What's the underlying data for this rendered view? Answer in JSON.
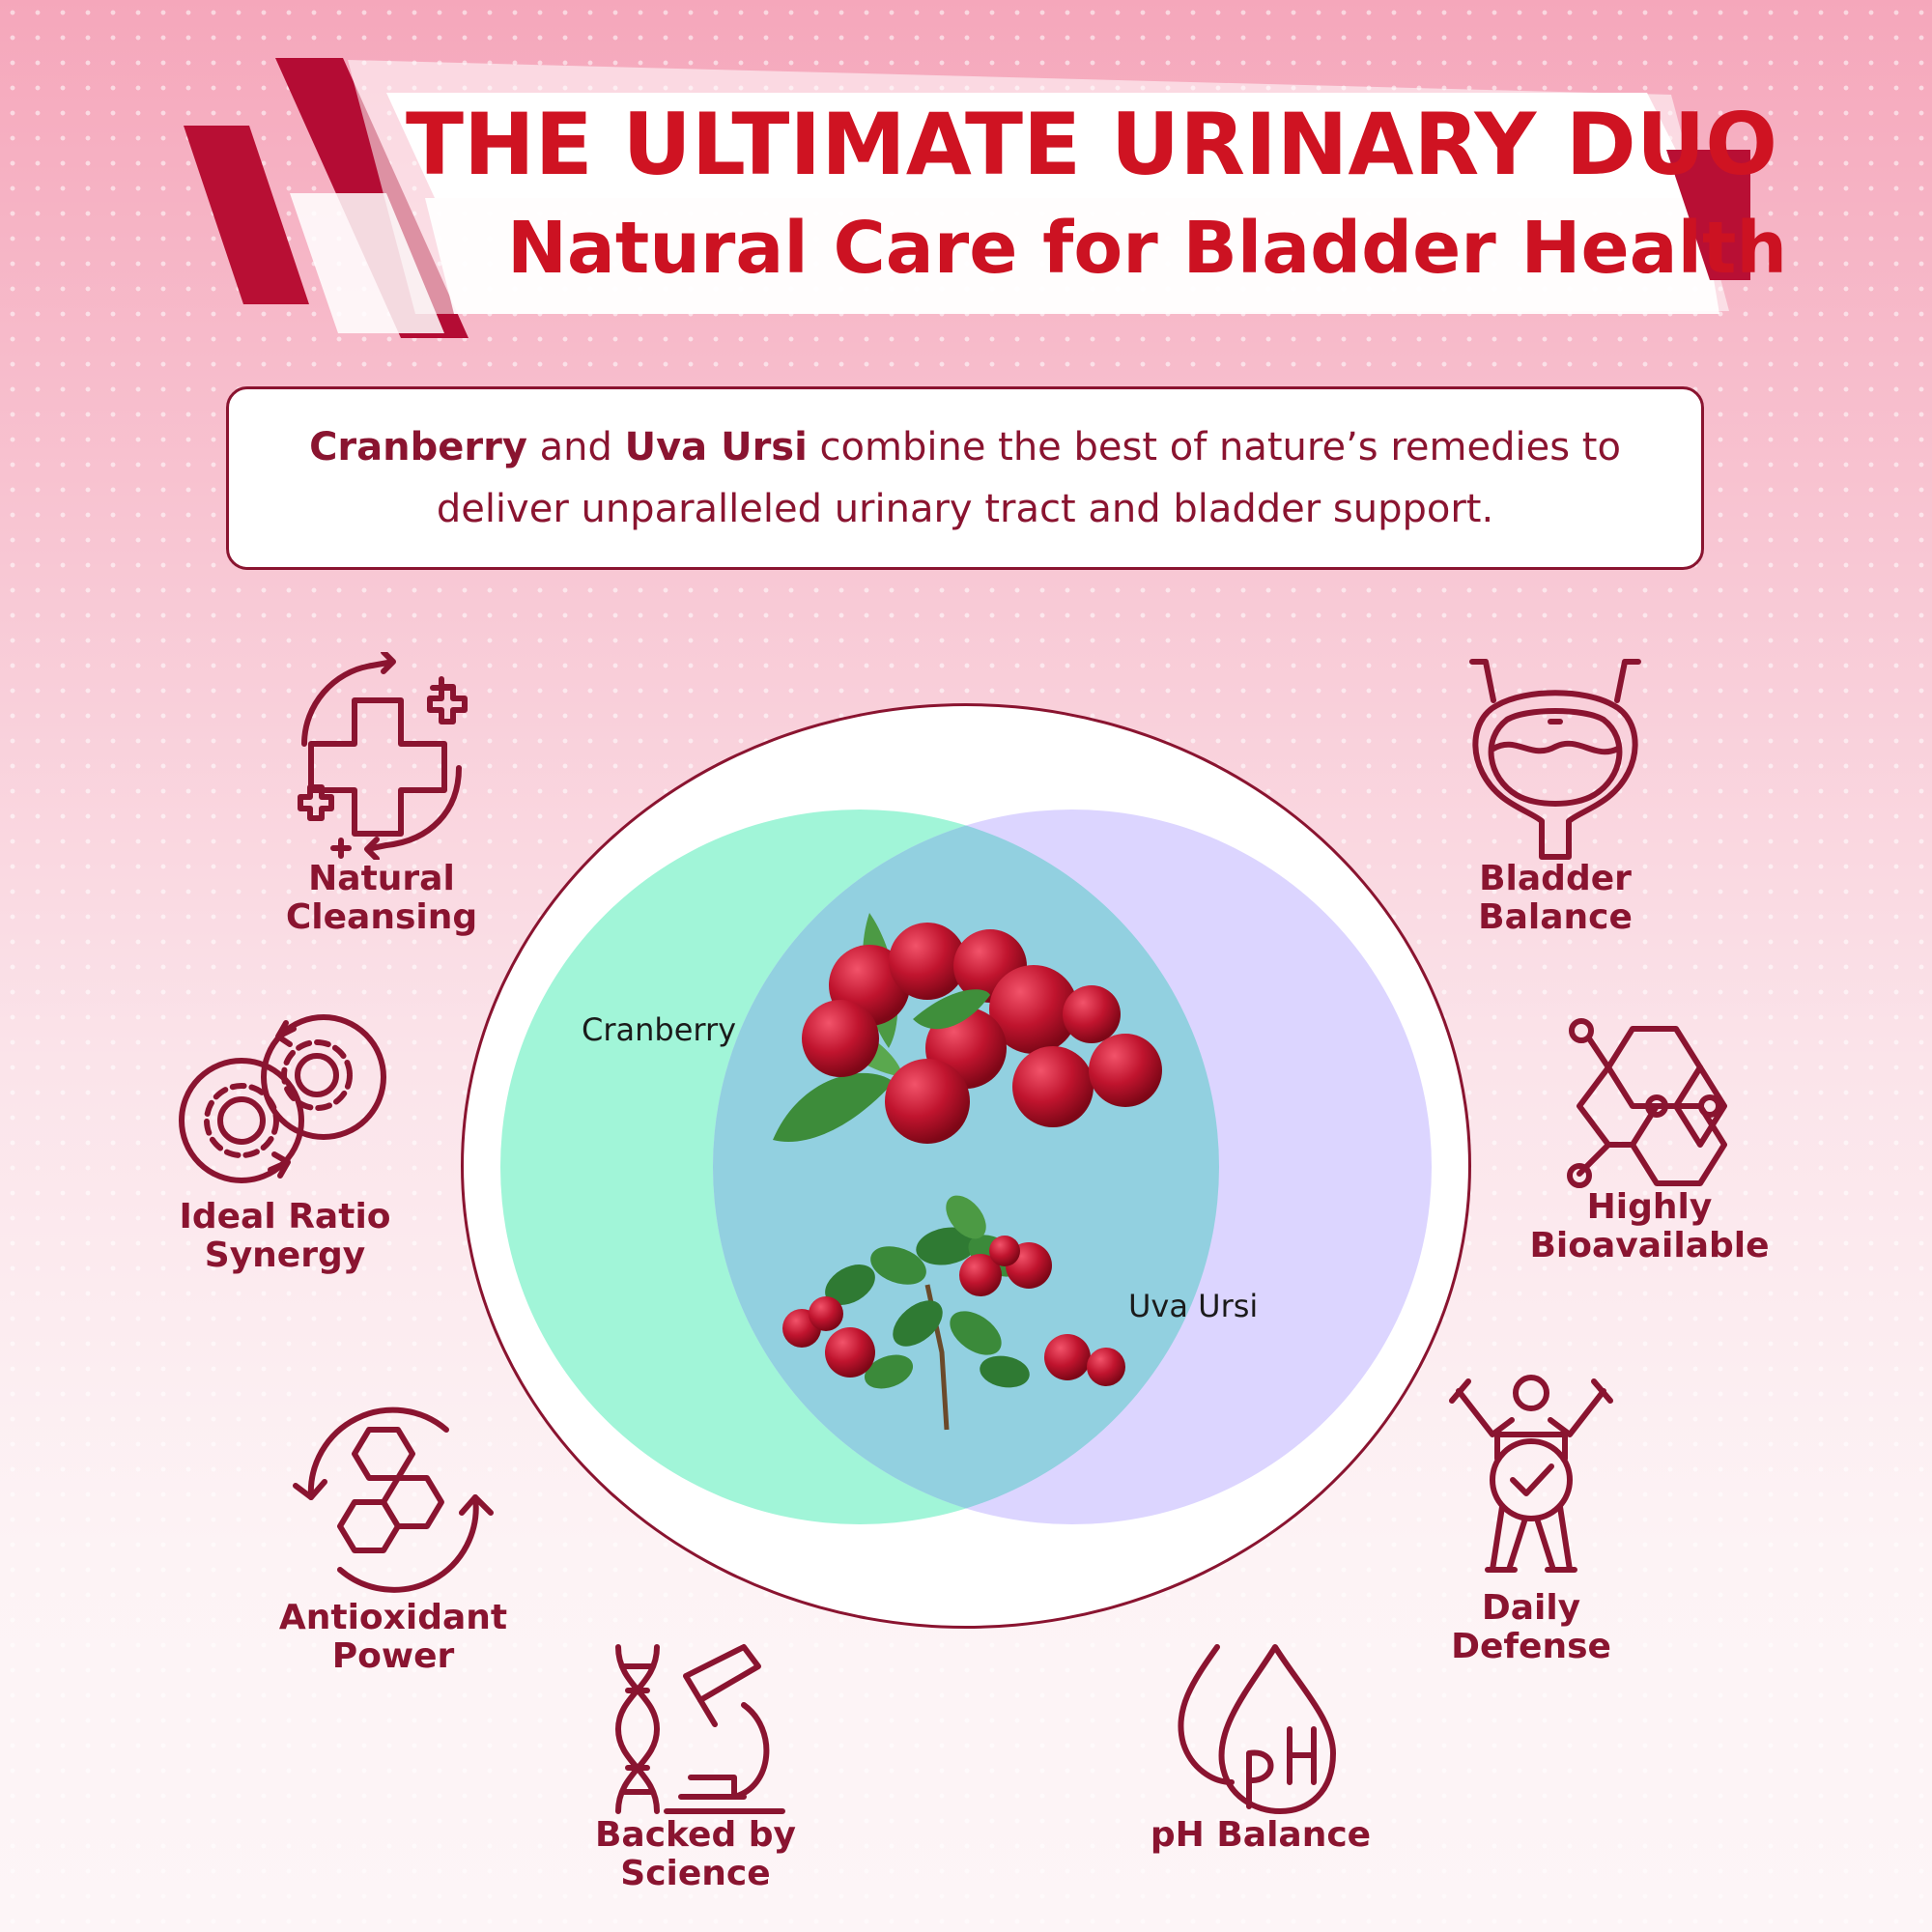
{
  "header": {
    "title": "THE ULTIMATE URINARY DUO",
    "subtitle": "Natural Care for Bladder Health"
  },
  "intro": {
    "term1": "Cranberry",
    "part1": " and ",
    "term2": "Uva Ursi",
    "part2": " combine the best of nature’s remedies to deliver unparalleled urinary tract and bladder support."
  },
  "venn": {
    "left_label": "Cranberry",
    "right_label": "Uva Ursi",
    "left_color": "#a1f5d8",
    "right_color": "#dcd5ff",
    "overlap_color": "#92d0e0"
  },
  "features": [
    {
      "label": "Natural\nCleansing",
      "icon": "cross-cycle-icon"
    },
    {
      "label": "Ideal Ratio\nSynergy",
      "icon": "gears-cycle-icon"
    },
    {
      "label": "Antioxidant\nPower",
      "icon": "molecule-cycle-icon"
    },
    {
      "label": "Backed by\nScience",
      "icon": "dna-microscope-icon"
    },
    {
      "label": "pH Balance",
      "icon": "ph-drop-icon"
    },
    {
      "label": "Daily\nDefense",
      "icon": "person-shield-icon"
    },
    {
      "label": "Highly\nBioavailable",
      "icon": "hexagon-molecule-icon"
    },
    {
      "label": "Bladder\nBalance",
      "icon": "bladder-icon"
    }
  ],
  "colors": {
    "brand_red": "#cf1322",
    "maroon": "#8a1430"
  }
}
